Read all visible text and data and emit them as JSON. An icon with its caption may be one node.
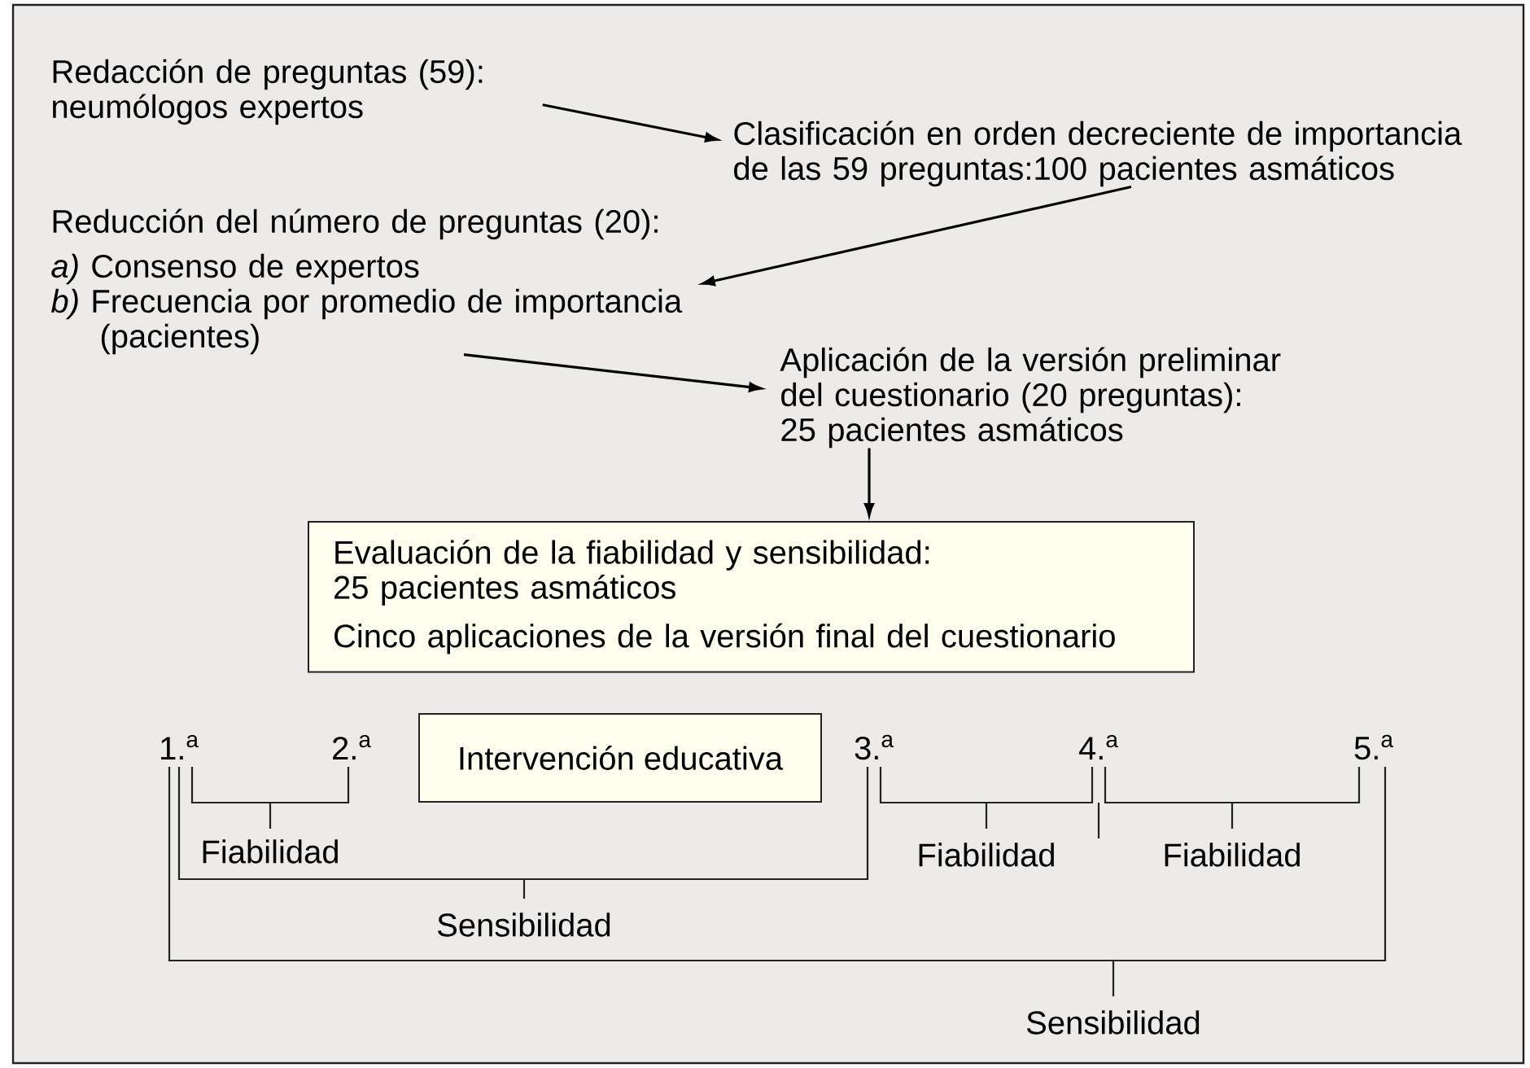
{
  "diagram": {
    "nodes": [
      {
        "text": [
          "Redacción de preguntas (59): neumólogos expertos"
        ]
      },
      {
        "text": [
          "Clasificación en orden decreciente de importancia de las 59 preguntas:100 pacientes asmáticos"
        ]
      },
      {
        "text": [
          "Reducción del número de preguntas (20):",
          "*a)* Consenso de expertos",
          "*b)* Frecuencia por promedio de importancia (pacientes)"
        ]
      },
      {
        "text": [
          "Aplicación de la versión preliminar del cuestionario (20 preguntas): 25 pacientes asmáticos"
        ]
      },
      {
        "text": [
          "Evaluación de la fiabilidad y sensibilidad: 25 pacientes asmáticos",
          "Cinco aplicaciones de la versión final del cuestionario"
        ]
      },
      {
        "text": [
          "Intervención educativa"
        ]
      }
    ],
    "edges": [
      {
        "from": 0,
        "to": 1,
        "arrow": "to"
      },
      {
        "from": 1,
        "to": 2,
        "arrow": "to"
      },
      {
        "from": 2,
        "to": 3,
        "arrow": "to"
      },
      {
        "from": 3,
        "to": 4,
        "arrow": "to"
      }
    ],
    "labels": [
      "1.$^{a}$",
      "2.$^{a}$",
      "3.$^{a}$",
      "4.$^{a}$",
      "5.$^{a}$",
      "Fiabilidad",
      "Fiabilidad",
      "Fiabilidad",
      "Sensibilidad",
      "Sensibilidad"
    ]
  }
}
